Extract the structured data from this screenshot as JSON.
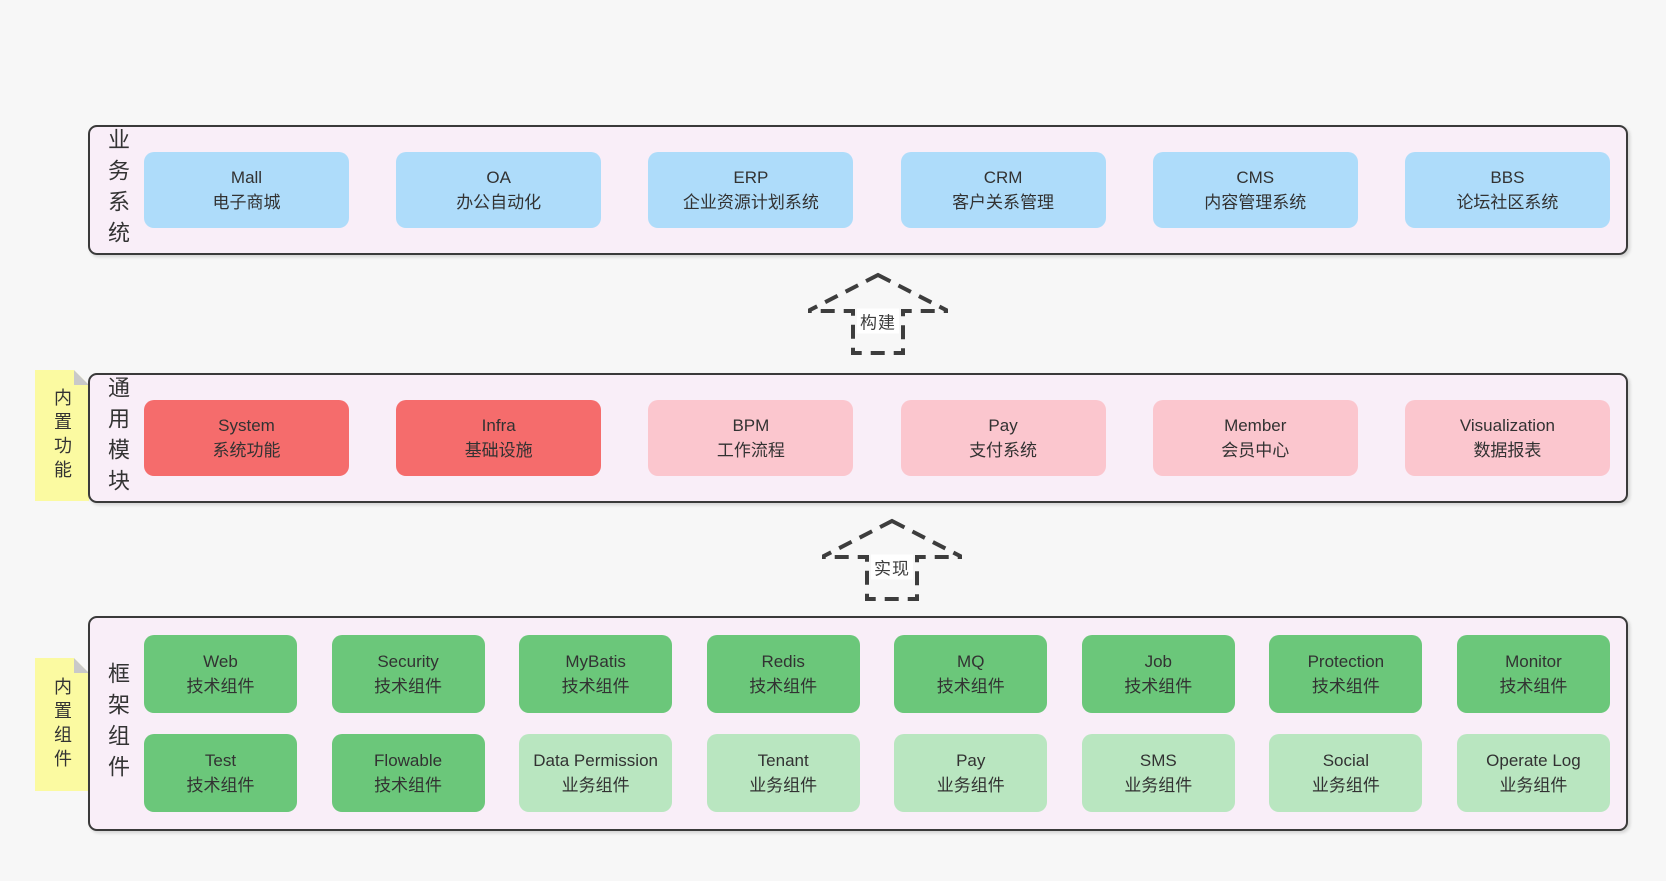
{
  "palette": {
    "page-bg": "#f7f7f7",
    "container-bg": "#f9eef8",
    "container-border": "#3a3a3a",
    "box-blue": "#aedcfa",
    "box-red": "#f56c6c",
    "box-pink": "#fbc6ce",
    "box-green": "#6bc77a",
    "box-green-light": "#b9e6c0",
    "sticky-yellow": "#fbfaa1",
    "sticky-fold": "#c9c9c9",
    "text": "#333333",
    "arrow": "#3d3d3d"
  },
  "sections": [
    {
      "id": "business-systems",
      "label": "业务系统",
      "rows": [
        [
          {
            "name": "Mall",
            "subtitle": "电子商城",
            "variant": "blue"
          },
          {
            "name": "OA",
            "subtitle": "办公自动化",
            "variant": "blue"
          },
          {
            "name": "ERP",
            "subtitle": "企业资源计划系统",
            "variant": "blue"
          },
          {
            "name": "CRM",
            "subtitle": "客户关系管理",
            "variant": "blue"
          },
          {
            "name": "CMS",
            "subtitle": "内容管理系统",
            "variant": "blue"
          },
          {
            "name": "BBS",
            "subtitle": "论坛社区系统",
            "variant": "blue"
          }
        ]
      ]
    },
    {
      "id": "common-modules",
      "label": "通用模块",
      "sticky": "内置功能",
      "rows": [
        [
          {
            "name": "System",
            "subtitle": "系统功能",
            "variant": "red"
          },
          {
            "name": "Infra",
            "subtitle": "基础设施",
            "variant": "red"
          },
          {
            "name": "BPM",
            "subtitle": "工作流程",
            "variant": "pink"
          },
          {
            "name": "Pay",
            "subtitle": "支付系统",
            "variant": "pink"
          },
          {
            "name": "Member",
            "subtitle": "会员中心",
            "variant": "pink"
          },
          {
            "name": "Visualization",
            "subtitle": "数据报表",
            "variant": "pink"
          }
        ]
      ]
    },
    {
      "id": "framework-components",
      "label": "框架组件",
      "sticky": "内置组件",
      "rows": [
        [
          {
            "name": "Web",
            "subtitle": "技术组件",
            "variant": "green"
          },
          {
            "name": "Security",
            "subtitle": "技术组件",
            "variant": "green"
          },
          {
            "name": "MyBatis",
            "subtitle": "技术组件",
            "variant": "green"
          },
          {
            "name": "Redis",
            "subtitle": "技术组件",
            "variant": "green"
          },
          {
            "name": "MQ",
            "subtitle": "技术组件",
            "variant": "green"
          },
          {
            "name": "Job",
            "subtitle": "技术组件",
            "variant": "green"
          },
          {
            "name": "Protection",
            "subtitle": "技术组件",
            "variant": "green"
          },
          {
            "name": "Monitor",
            "subtitle": "技术组件",
            "variant": "green"
          }
        ],
        [
          {
            "name": "Test",
            "subtitle": "技术组件",
            "variant": "green"
          },
          {
            "name": "Flowable",
            "subtitle": "技术组件",
            "variant": "green"
          },
          {
            "name": "Data Permission",
            "subtitle": "业务组件",
            "variant": "green-light"
          },
          {
            "name": "Tenant",
            "subtitle": "业务组件",
            "variant": "green-light"
          },
          {
            "name": "Pay",
            "subtitle": "业务组件",
            "variant": "green-light"
          },
          {
            "name": "SMS",
            "subtitle": "业务组件",
            "variant": "green-light"
          },
          {
            "name": "Social",
            "subtitle": "业务组件",
            "variant": "green-light"
          },
          {
            "name": "Operate Log",
            "subtitle": "业务组件",
            "variant": "green-light"
          }
        ]
      ]
    }
  ],
  "arrows": [
    {
      "label": "构建"
    },
    {
      "label": "实现"
    }
  ]
}
